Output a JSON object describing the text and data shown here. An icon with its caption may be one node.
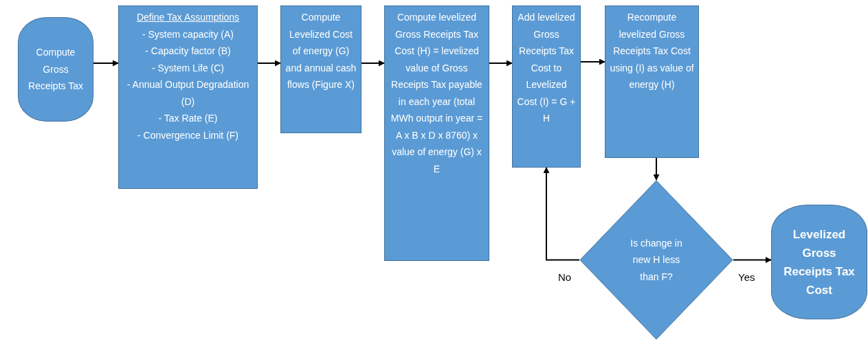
{
  "diagram": {
    "nodes": [
      {
        "text": [
          "Compute Gross Receipts Tax"
        ]
      },
      {
        "text": [
          "Define Tax Assumptions",
          "- System capacity (A)",
          "- Capacity factor (B)",
          "- System Life (C)",
          "- Annual Output Degradation (D)",
          "- Tax Rate (E)",
          "- Convergence Limit (F)"
        ]
      },
      {
        "text": [
          "Compute Levelized Cost of energy (G) and annual cash flows (Figure X)"
        ]
      },
      {
        "text": [
          "Compute levelized Gross Receipts Tax Cost (H) = levelized value of Gross Receipts Tax payable in each year (total MWh output in year = A x B x D x 8760) x value of energy (G) x E"
        ]
      },
      {
        "text": [
          "Add levelized Gross Receipts Tax Cost to Levelized Cost (I) = G + H"
        ]
      },
      {
        "text": [
          "Recompute levelized Gross Receipts Tax Cost using (I) as value of energy (H)"
        ]
      },
      {
        "text": [
          "Is change in new H less than F?"
        ]
      },
      {
        "text": [
          "Levelized Gross Receipts Tax Cost"
        ]
      }
    ],
    "edges": [
      {
        "from": 0,
        "to": 1,
        "arrow": "to"
      },
      {
        "from": 1,
        "to": 2,
        "arrow": "to"
      },
      {
        "from": 2,
        "to": 3,
        "arrow": "to"
      },
      {
        "from": 3,
        "to": 4,
        "arrow": "to"
      },
      {
        "from": 4,
        "to": 5,
        "arrow": "to"
      },
      {
        "from": 5,
        "to": 6,
        "arrow": "to"
      },
      {
        "from": 6,
        "to": 4,
        "arrow": "to",
        "label": "No"
      },
      {
        "from": 6,
        "to": 7,
        "arrow": "to",
        "label": "Yes"
      }
    ]
  }
}
